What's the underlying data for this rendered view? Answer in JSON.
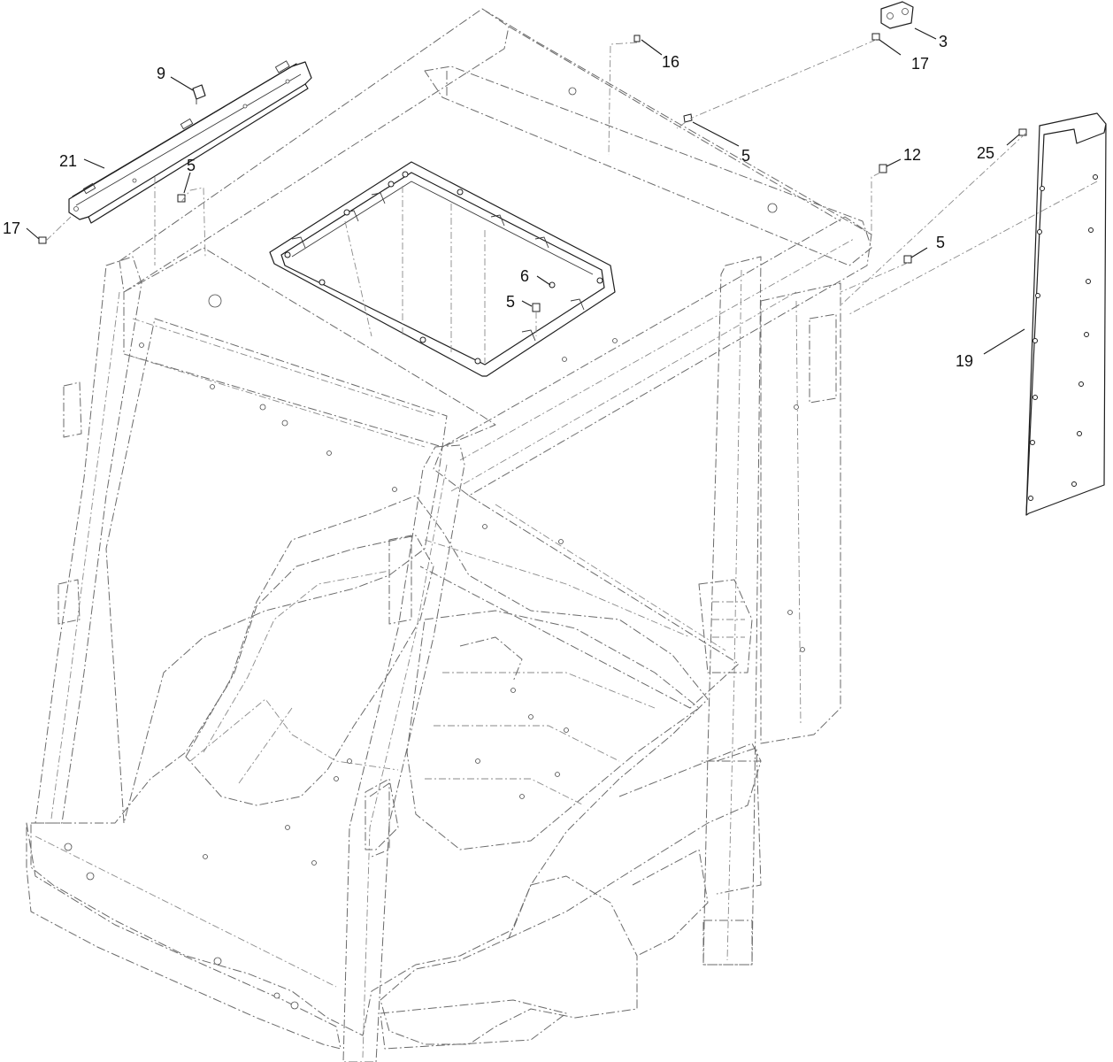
{
  "callouts": {
    "c3": "3",
    "c16": "16",
    "c17_top": "17",
    "c9": "9",
    "c21": "21",
    "c5_left": "5",
    "c17_left": "17",
    "c5_top": "5",
    "c12": "12",
    "c25": "25",
    "c5_right": "5",
    "c6": "6",
    "c5_center": "5",
    "c19": "19"
  }
}
